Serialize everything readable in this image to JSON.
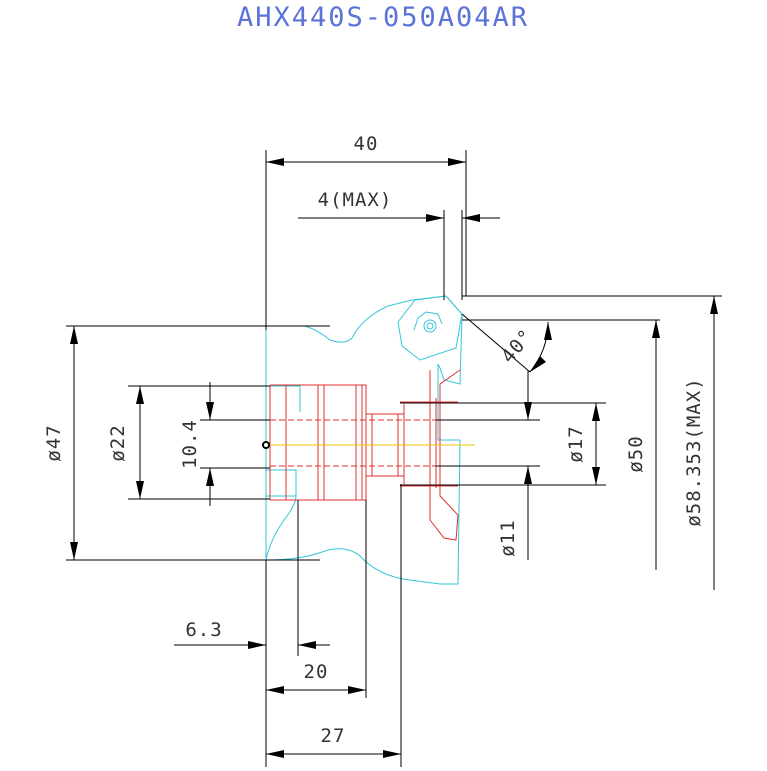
{
  "title": "AHX440S-050A04AR",
  "colors": {
    "title": "#5b73d9",
    "holder_outline": "#33c6d6",
    "cutter_body": "#e03030",
    "centerline": "#e8c800",
    "dimension": "#000000"
  },
  "dimensions": {
    "overall_length": "40",
    "max_depth": "4(MAX)",
    "angle": "40°",
    "dia_47": "ø47",
    "dia_22": "ø22",
    "dim_10_4": "10.4",
    "dia_17": "ø17",
    "dia_50": "ø50",
    "dia_58": "ø58.353(MAX)",
    "dia_11": "ø11",
    "dim_6_3": "6.3",
    "dim_20": "20",
    "dim_27": "27"
  }
}
